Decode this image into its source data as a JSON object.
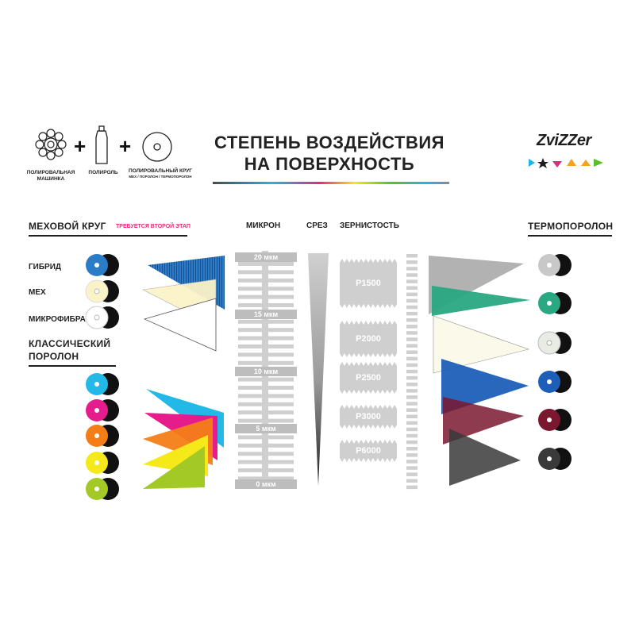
{
  "header": {
    "items": [
      {
        "label": "ПОЛИРОВАЛЬНАЯ\nМАШИНКА",
        "icon": "polishing-machine-icon"
      },
      {
        "label": "ПОЛИРОЛЬ",
        "icon": "polish-bottle-icon"
      },
      {
        "label": "ПОЛИРОВАЛЬНЫЙ КРУГ",
        "sublabel": "МЕХ / ПОРОЛОН / ТЕРМОПОРОЛОН",
        "icon": "polishing-pad-icon"
      }
    ],
    "plus": "+",
    "title_line1": "СТЕПЕНЬ ВОЗДЕЙСТВИЯ",
    "title_line2": "НА ПОВЕРХНОСТЬ",
    "brand": "ZviZZer",
    "rainbow": [
      "#1fb5e8",
      "#e6287a",
      "#f7e51f",
      "#1e1e1e",
      "#5cbf2a",
      "#1fb5e8"
    ]
  },
  "left": {
    "fur_title": "МЕХОВОЙ КРУГ",
    "fur_note": "ТРЕБУЕТСЯ ВТОРОЙ ЭТАП",
    "fur_items": [
      {
        "label": "ГИБРИД",
        "color": "#2a7cc7"
      },
      {
        "label": "МЕХ",
        "color": "#fbf3c8"
      },
      {
        "label": "МИКРОФИБРА",
        "color": "#ffffff"
      }
    ],
    "foam_title_line1": "КЛАССИЧЕСКИЙ",
    "foam_title_line2": "ПОРОЛОН",
    "foam_colors": [
      "#22b8e8",
      "#e51d8c",
      "#f47d17",
      "#f5e91a",
      "#a3c926"
    ]
  },
  "columns": {
    "micron": "МИКРОН",
    "cut": "СРЕЗ",
    "grit": "ЗЕРНИСТОСТЬ"
  },
  "micron_scale": [
    "20 мкм",
    "15 мкм",
    "10 мкм",
    "5 мкм",
    "0 мкм"
  ],
  "grits": [
    "P1500",
    "P2000",
    "P2500",
    "P3000",
    "P6000"
  ],
  "right": {
    "title": "ТЕРМОПОРОЛОН",
    "colors": [
      "#c8c8c8",
      "#2aa882",
      "#e8ece4",
      "#1d5fb8",
      "#7a1830",
      "#3a3a3a"
    ]
  }
}
